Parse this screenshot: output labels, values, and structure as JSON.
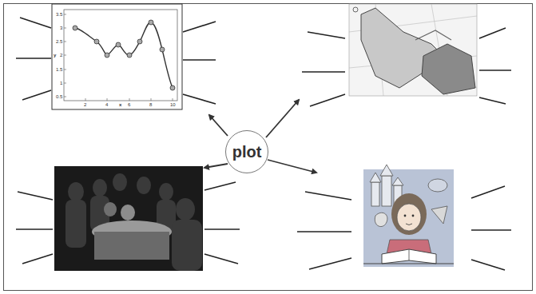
{
  "diagram": {
    "nodes": [
      {
        "text": [
          "plot"
        ]
      }
    ],
    "labels": [
      "3.5",
      "3",
      "2.5",
      "2",
      "1.5",
      "1",
      "0.5",
      "y",
      "2",
      "4",
      "6",
      "8",
      "10",
      "x"
    ]
  }
}
